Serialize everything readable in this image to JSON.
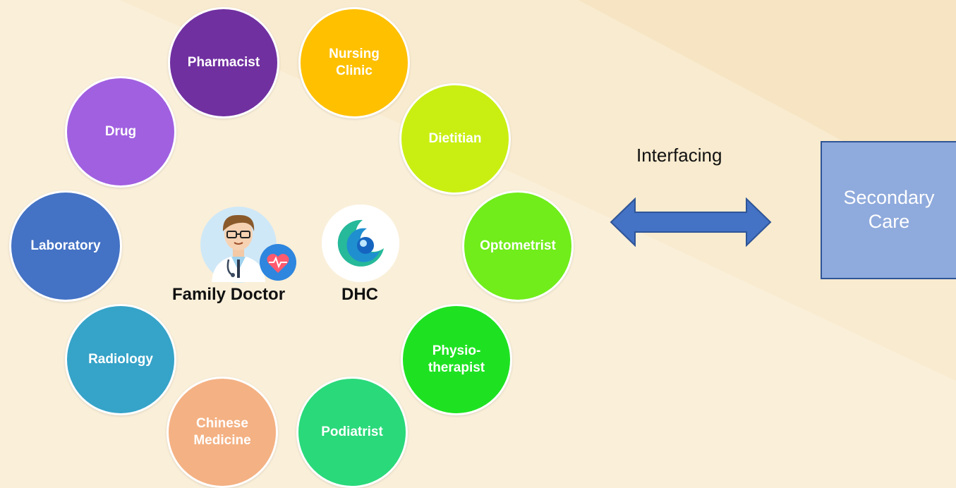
{
  "center": {
    "doctor_label": "Family Doctor",
    "dhc_label": "DHC"
  },
  "nodes": [
    {
      "id": "pharmacist",
      "label": "Pharmacist",
      "color": "#7030a0"
    },
    {
      "id": "nursing",
      "label": "Nursing\nClinic",
      "color": "#ffc000"
    },
    {
      "id": "dietitian",
      "label": "Dietitian",
      "color": "#c9ef12"
    },
    {
      "id": "optometrist",
      "label": "Optometrist",
      "color": "#70ed1a"
    },
    {
      "id": "physio",
      "label": "Physio-\ntherapist",
      "color": "#1ee221"
    },
    {
      "id": "podiatrist",
      "label": "Podiatrist",
      "color": "#2ad97a"
    },
    {
      "id": "chinese",
      "label": "Chinese\nMedicine",
      "color": "#f4b183"
    },
    {
      "id": "radiology",
      "label": "Radiology",
      "color": "#36a3c8"
    },
    {
      "id": "laboratory",
      "label": "Laboratory",
      "color": "#4472c4"
    },
    {
      "id": "drug",
      "label": "Drug",
      "color": "#a160e0"
    }
  ],
  "link": {
    "label": "Interfacing",
    "arrow_color": "#4472c4"
  },
  "secondary": {
    "label": "Secondary\nCare",
    "color": "#8faadc"
  },
  "background": {
    "base": "#f9ebcf",
    "light": "#fbf0dc",
    "dark": "#f5e2bd"
  }
}
